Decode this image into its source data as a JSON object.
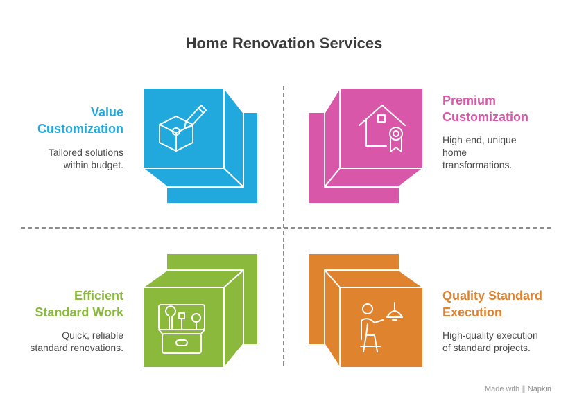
{
  "title": "Home Renovation Services",
  "colors": {
    "blue": "#21a9dd",
    "pink": "#d957a8",
    "green": "#8ab93c",
    "orange": "#e0832e"
  },
  "quadrants": [
    {
      "label_line1": "Value",
      "label_line2": "Customization",
      "desc_line1": "Tailored solutions",
      "desc_line2": "within budget.",
      "icon": "cube-pencil-icon"
    },
    {
      "label_line1": "Premium",
      "label_line2": "Customization",
      "desc_line1": "High-end, unique",
      "desc_line2": "home",
      "desc_line3": "transformations.",
      "icon": "house-badge-icon"
    },
    {
      "label_line1": "Efficient",
      "label_line2": "Standard Work",
      "desc_line1": "Quick, reliable",
      "desc_line2": "standard renovations.",
      "icon": "toolbox-icon"
    },
    {
      "label_line1": "Quality Standard",
      "label_line2": "Execution",
      "desc_line1": "High-quality execution",
      "desc_line2": "of standard projects.",
      "icon": "worker-lamp-icon"
    }
  ],
  "footer": {
    "prefix": "Made with",
    "brand": "Napkin"
  }
}
